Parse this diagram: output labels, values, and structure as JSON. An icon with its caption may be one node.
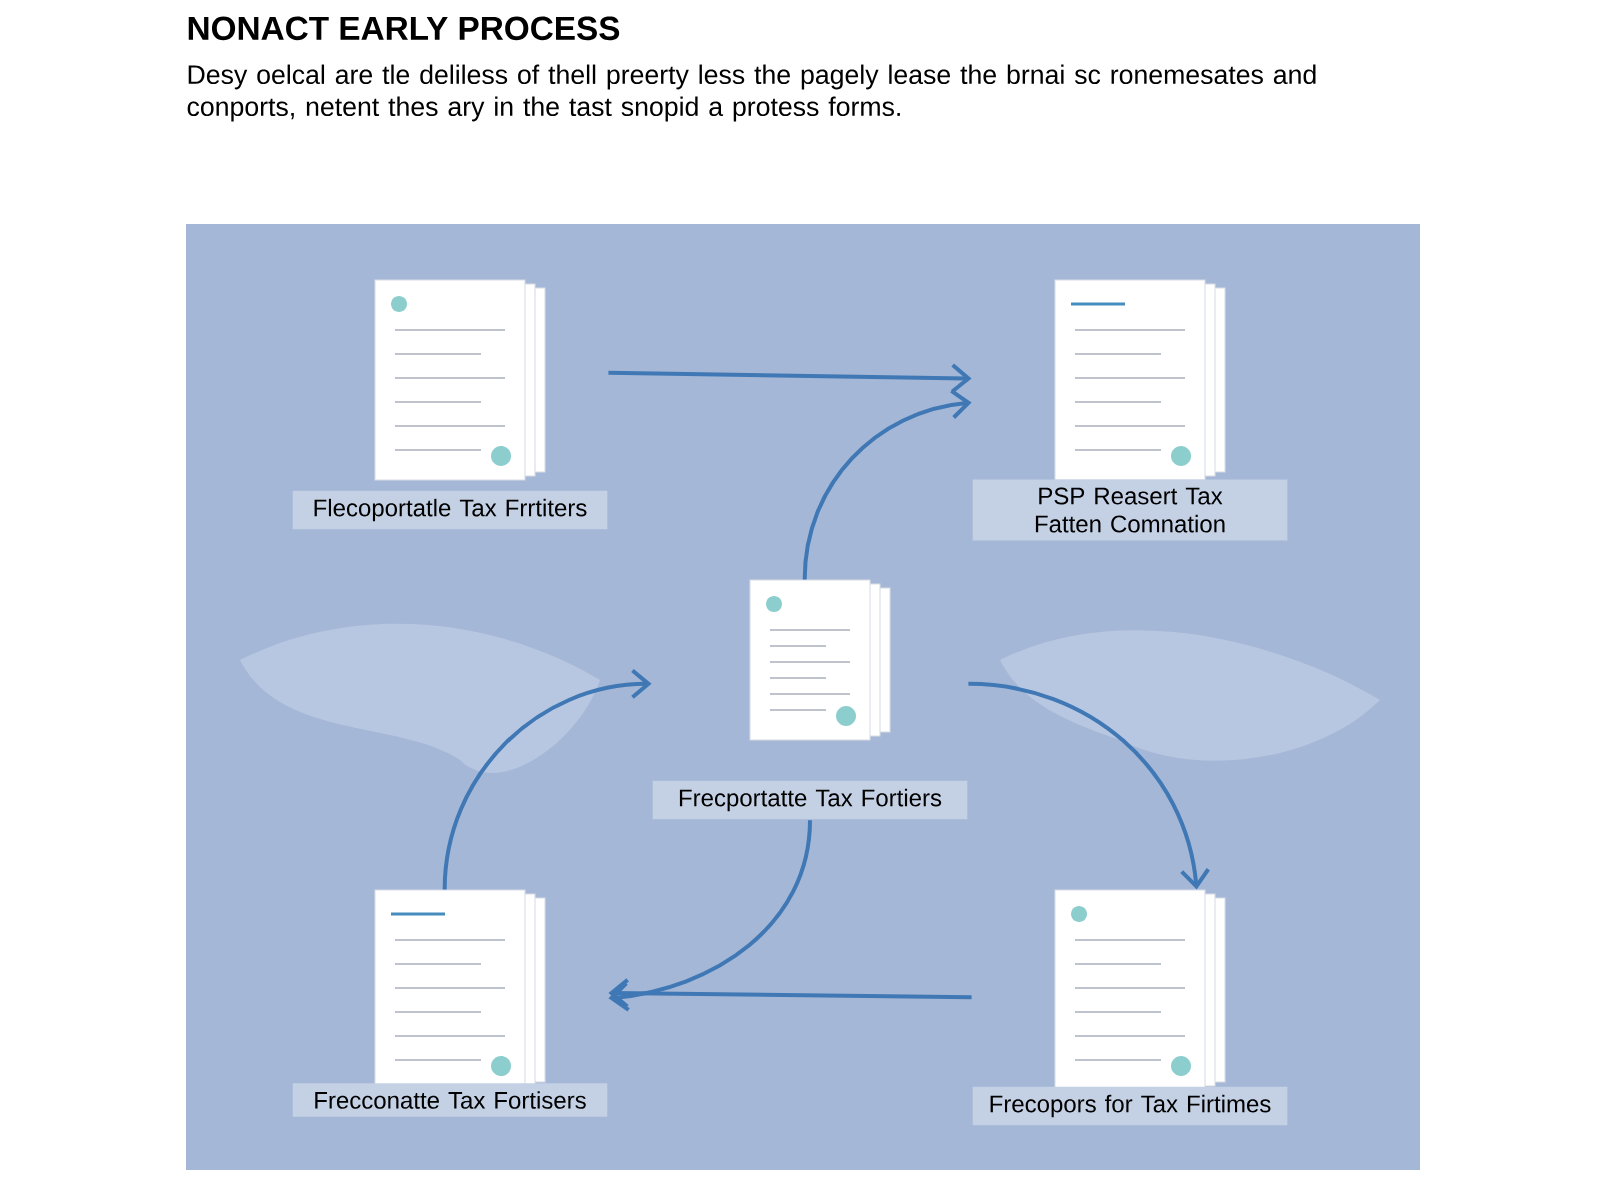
{
  "diagram": {
    "title": "NONACT EARLY PROCESS",
    "caption": "Desy oelcal are tle deliless of thell preerty less the pagely lease the brnai sc ronemesates and conports, netent thes ary in the tast snopid a protess forms.",
    "nodes": [
      {
        "text": [
          "Flecoportatle Tax Frrtiters"
        ]
      },
      {
        "text": [
          "PSP Reasert Tax Fatten Comnation"
        ]
      },
      {
        "text": [
          "Frecportatte Tax Fortiers"
        ]
      },
      {
        "text": [
          "Frecconatte Tax Fortisers"
        ]
      },
      {
        "text": [
          "Frecopors for Tax Firtimes"
        ]
      }
    ],
    "edges": [
      {
        "from": 0,
        "to": 1,
        "arrow": "to"
      },
      {
        "from": 2,
        "to": 1,
        "arrow": "to"
      },
      {
        "from": 3,
        "to": 2,
        "arrow": "to"
      },
      {
        "from": 2,
        "to": 4,
        "arrow": "to"
      },
      {
        "from": 4,
        "to": 3,
        "arrow": "to"
      },
      {
        "from": 2,
        "to": 3,
        "arrow": "to"
      }
    ]
  }
}
